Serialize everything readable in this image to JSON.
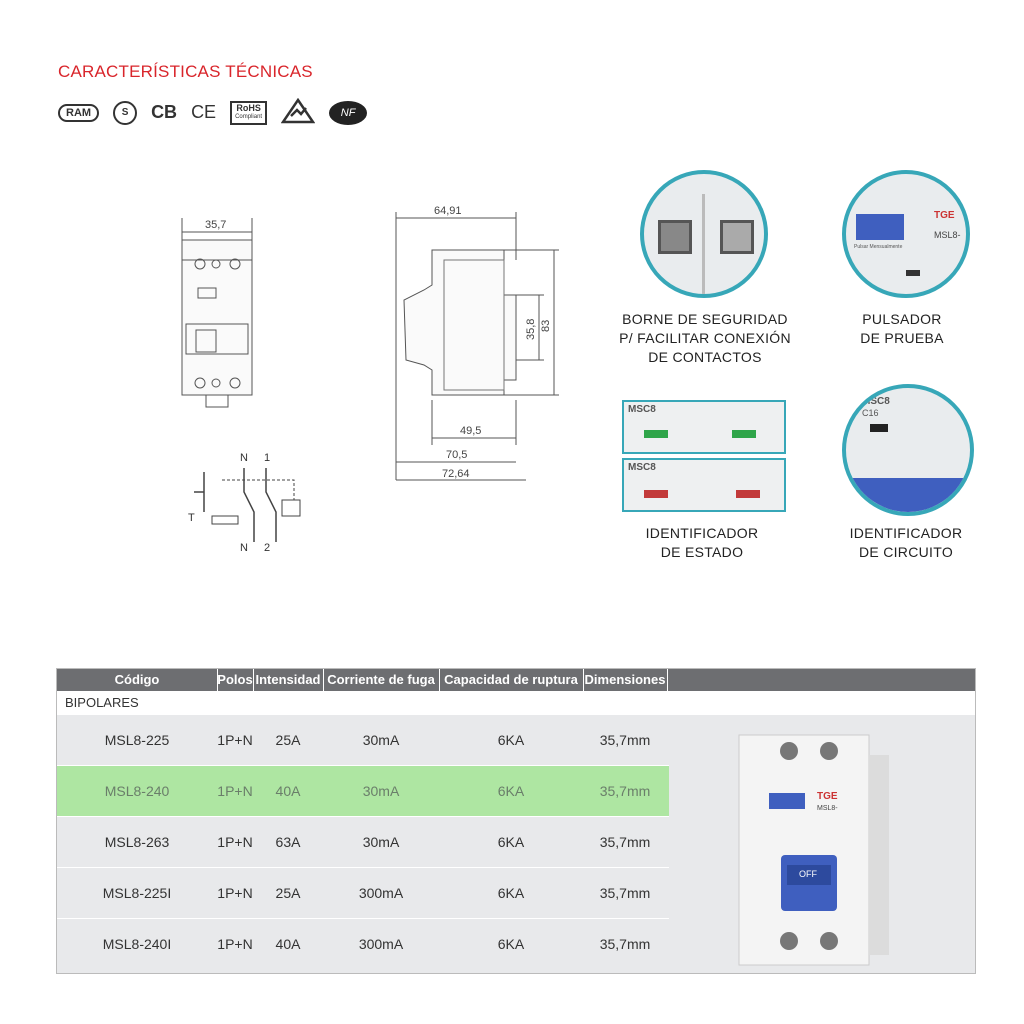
{
  "header": {
    "title": "CARACTERÍSTICAS TÉCNICAS",
    "certifications": [
      "RAM",
      "S",
      "CB",
      "CE",
      "RoHS",
      "Compliant",
      "NF"
    ]
  },
  "front_view": {
    "width": "35,7",
    "symbol_T": "T",
    "wiring": {
      "N_top": "N",
      "one": "1",
      "N_bottom": "N",
      "two": "2",
      "T": "T"
    }
  },
  "side_view": {
    "dims": [
      "64,91",
      "35,8",
      "83",
      "49,5",
      "70,5",
      "72,64"
    ]
  },
  "features": [
    {
      "label_lines": [
        "BORNE DE SEGURIDAD",
        "P/ FACILITAR CONEXIÓN",
        "DE CONTACTOS"
      ]
    },
    {
      "label_lines": [
        "PULSADOR",
        "DE PRUEBA"
      ]
    },
    {
      "label_lines": [
        "IDENTIFICADOR",
        "DE ESTADO"
      ]
    },
    {
      "label_lines": [
        "IDENTIFICADOR",
        "DE CIRCUITO"
      ]
    }
  ],
  "feature_img_text": {
    "brand": "TGE",
    "model": "MSL8-",
    "msc": "MSC8",
    "c16": "C16",
    "pulsador": "Pulsar Mensualmente",
    "off": "OFF"
  },
  "table": {
    "headers": [
      "Código",
      "Polos",
      "Intensidad",
      "Corriente de fuga",
      "Capacidad de ruptura",
      "Dimensiones"
    ],
    "section": "BIPOLARES",
    "rows": [
      [
        "MSL8-225",
        "1P+N",
        "25A",
        "30mA",
        "6KA",
        "35,7mm"
      ],
      [
        "MSL8-240",
        "1P+N",
        "40A",
        "30mA",
        "6KA",
        "35,7mm"
      ],
      [
        "MSL8-263",
        "1P+N",
        "63A",
        "30mA",
        "6KA",
        "35,7mm"
      ],
      [
        "MSL8-225I",
        "1P+N",
        "25A",
        "300mA",
        "6KA",
        "35,7mm"
      ],
      [
        "MSL8-240I",
        "1P+N",
        "40A",
        "300mA",
        "6KA",
        "35,7mm"
      ]
    ],
    "highlight_color": "#aee6a2",
    "header_color": "#6d6e71"
  },
  "colors": {
    "accent": "#d9252b",
    "teal": "#37a7b8",
    "blue_button": "#3f5fbf"
  }
}
